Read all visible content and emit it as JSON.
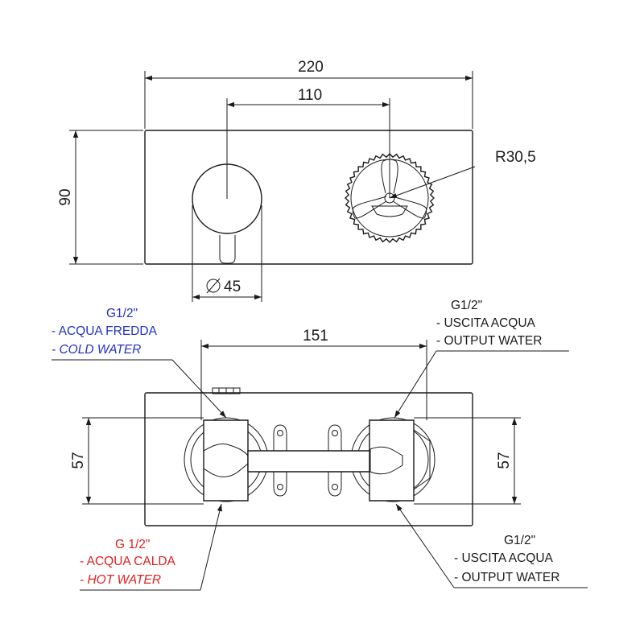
{
  "colors": {
    "line": "#1a1a1a",
    "cold_label": "#2230c8",
    "hot_label": "#e02020"
  },
  "dimensions": {
    "total_width": "220",
    "axis_distance": "110",
    "height": "90",
    "handwheel_radius": "R30,5",
    "knob_diameter": "45",
    "connections_distance": "151",
    "connections_height_left": "57",
    "connections_height_right": "57"
  },
  "labels": {
    "cold": {
      "thread": "G1/2\"",
      "it": "- ACQUA FREDDA",
      "en": "- COLD WATER"
    },
    "output_top": {
      "thread": "G1/2\"",
      "it": "- USCITA ACQUA",
      "en": "- OUTPUT WATER"
    },
    "hot": {
      "thread": "G 1/2\"",
      "it": "- ACQUA CALDA",
      "en": "- HOT WATER"
    },
    "output_bottom": {
      "thread": "G1/2\"",
      "it": "- USCITA ACQUA",
      "en": "- OUTPUT WATER"
    }
  }
}
